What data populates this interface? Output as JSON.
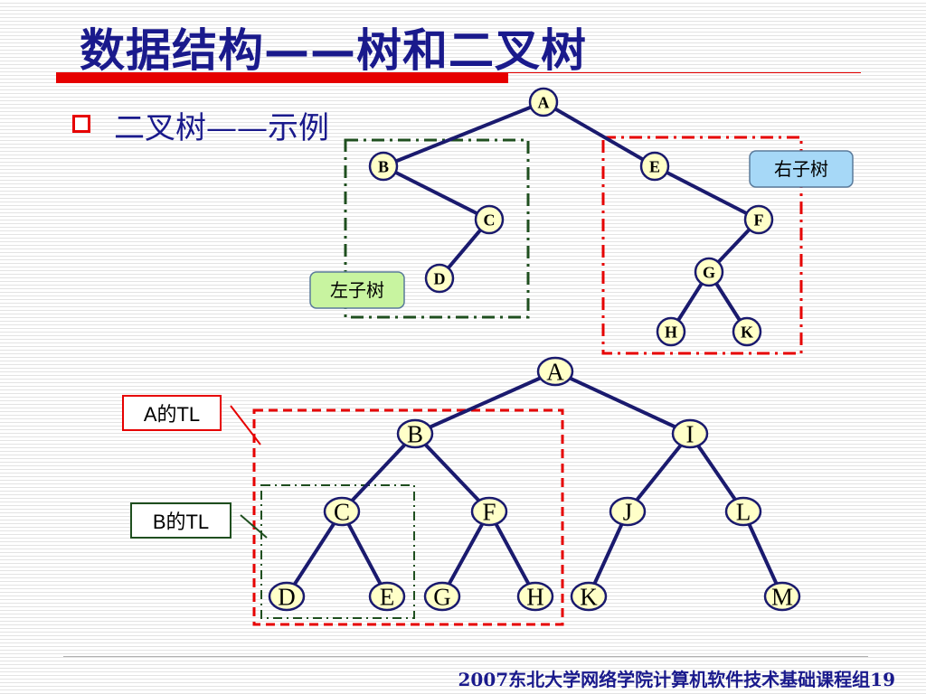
{
  "slide": {
    "title": "数据结构——树和二叉树",
    "subtitle": "二叉树——示例",
    "footer": "2007东北大学网络学院计算机软件技术基础课程组19"
  },
  "colors": {
    "title": "#1a1a8c",
    "accent_red": "#e60000",
    "edge": "#1a1a6e",
    "node_fill": "#ffffc8",
    "node_stroke": "#1a1a6e",
    "left_box": "#1f4f1f",
    "right_label_fill": "#a6d8f7",
    "left_label_fill": "#c8f4a0"
  },
  "top_tree": {
    "nodes": [
      "A",
      "B",
      "C",
      "D",
      "E",
      "F",
      "G",
      "H",
      "K"
    ],
    "edges": [
      [
        "A",
        "B"
      ],
      [
        "A",
        "E"
      ],
      [
        "B",
        "C"
      ],
      [
        "C",
        "D"
      ],
      [
        "E",
        "F"
      ],
      [
        "F",
        "G"
      ],
      [
        "G",
        "H"
      ],
      [
        "G",
        "K"
      ]
    ],
    "left_subtree_label": "左子树",
    "right_subtree_label": "右子树"
  },
  "bottom_tree": {
    "nodes": [
      "A",
      "B",
      "I",
      "C",
      "F",
      "J",
      "L",
      "D",
      "E",
      "G",
      "H",
      "K",
      "M"
    ],
    "edges": [
      [
        "A",
        "B"
      ],
      [
        "A",
        "I"
      ],
      [
        "B",
        "C"
      ],
      [
        "B",
        "F"
      ],
      [
        "C",
        "D"
      ],
      [
        "C",
        "E"
      ],
      [
        "F",
        "G"
      ],
      [
        "F",
        "H"
      ],
      [
        "I",
        "J"
      ],
      [
        "I",
        "L"
      ],
      [
        "J",
        "K"
      ],
      [
        "L",
        "M"
      ]
    ],
    "label_a_tl": "A的TL",
    "label_b_tl": "B的TL"
  }
}
